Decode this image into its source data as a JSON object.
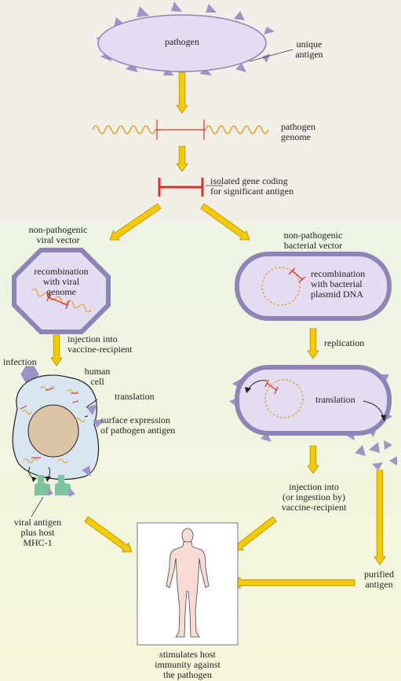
{
  "labels": {
    "pathogen": "pathogen",
    "unique_antigen": "unique\nantigen",
    "pathogen_genome": "pathogen\ngenome",
    "isolated_gene": "isolated gene coding\nfor significant antigen",
    "viral_vector": "non-pathogenic\nviral vector",
    "bacterial_vector": "non-pathogenic\nbacterial vector",
    "recomb_viral": "recombination\nwith viral\ngenome",
    "recomb_bacterial": "recombination\nwith bacterial\nplasmid DNA",
    "injection_viral": "injection into\nvaccine-recipient",
    "replication": "replication",
    "infection": "infection",
    "human_cell": "human\ncell",
    "translation_cell": "translation",
    "surface_expression": "surface expression\nof pathogen antigen",
    "translation_bact": "translation",
    "injection_bact": "injection into\n(or ingestion by)\nvaccine-recipient",
    "viral_antigen": "viral antigen\nplus host\nMHC-1",
    "purified_antigen": "purified\nantigen",
    "immunity": "stimulates host\nimmunity against\nthe pathogen"
  },
  "colors": {
    "top_bg": "#f2efe9",
    "middle_bg": "#edf4e4",
    "bottom_bg": "#f6f6da",
    "lavender": "#e4dcf0",
    "vector_border": "#8e84b8",
    "spike": "#9e93c8",
    "arrow": "#f5cb00",
    "arrow_edge": "#b58d00",
    "gene_red": "#e0302a",
    "dna_orange": "#e0a020",
    "nucleus": "#ddc4a4",
    "cell_fill": "#d8e6f2",
    "mhc_green": "#7cc4a0",
    "skin": "#f8dcd4"
  }
}
